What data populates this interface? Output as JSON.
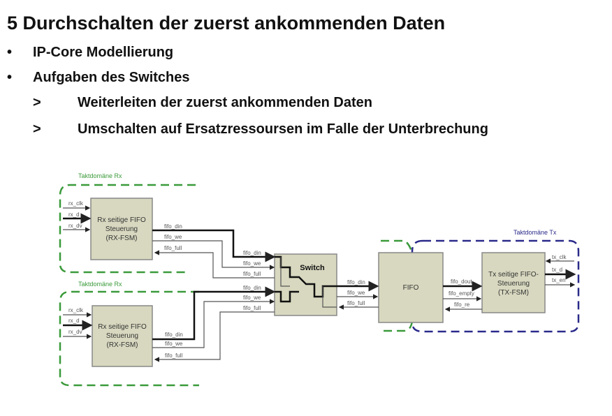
{
  "title": "5 Durchschalten der zuerst ankommenden Daten",
  "bullets": [
    {
      "marker": "•",
      "text": "IP-Core Modellierung"
    },
    {
      "marker": "•",
      "text": "Aufgaben des Switches"
    },
    {
      "marker": ">",
      "text": "Weiterleiten der zuerst ankommenden Daten"
    },
    {
      "marker": ">",
      "text": "Umschalten auf Ersatzressoursen im Falle der Unterbrechung"
    }
  ],
  "diagram": {
    "domain_rx": "Taktdomäne Rx",
    "domain_tx": "Taktdomäne Tx",
    "rx_box": [
      "Rx seitige FIFO",
      "Steuerung",
      "(RX-FSM)"
    ],
    "tx_box": [
      "Tx seitige FIFO-",
      "Steuerung",
      "(TX-FSM)"
    ],
    "switch": "Switch",
    "fifo": "FIFO",
    "rx_inputs": [
      "rx_clk",
      "rx_d",
      "rx_dv"
    ],
    "fifo_signals": [
      "fifo_din",
      "fifo_we",
      "fifo_full"
    ],
    "tx_signals": [
      "fifo_dout",
      "fifo_empty",
      "fifo_re"
    ],
    "tx_outputs": [
      "tx_clk",
      "tx_d",
      "tx_en"
    ],
    "colors": {
      "rx_domain": "#3a9a3a",
      "tx_domain": "#2a2a8a",
      "box": "#d8d8c0"
    }
  }
}
